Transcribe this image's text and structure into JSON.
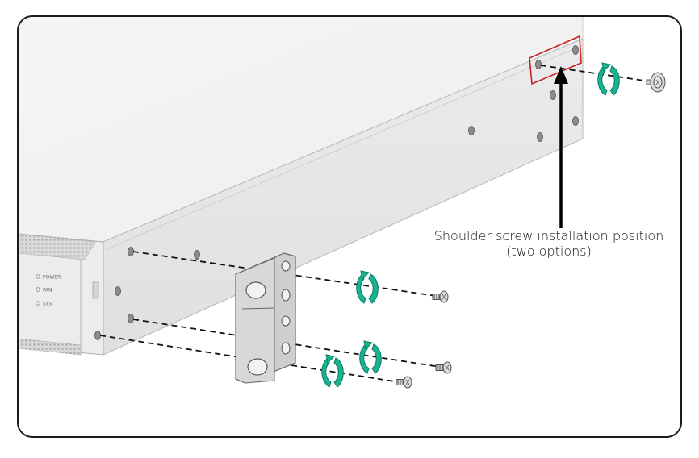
{
  "callout": {
    "line1": "Shoulder screw installation position",
    "line2": "(two options)"
  },
  "front_panel": {
    "leds": [
      "POWER",
      "FAN",
      "SYS"
    ]
  },
  "colors": {
    "frame": "#1a1a1a",
    "chassis_top": "#f0f0f0",
    "chassis_side": "#e6e6e6",
    "rotation_arrow": "#19b394",
    "highlight_box": "#cc1f1f",
    "bracket": "#c9c9c9"
  },
  "icons": [
    "rotation-arrow-icon",
    "screw-icon",
    "pointer-arrow-icon"
  ]
}
